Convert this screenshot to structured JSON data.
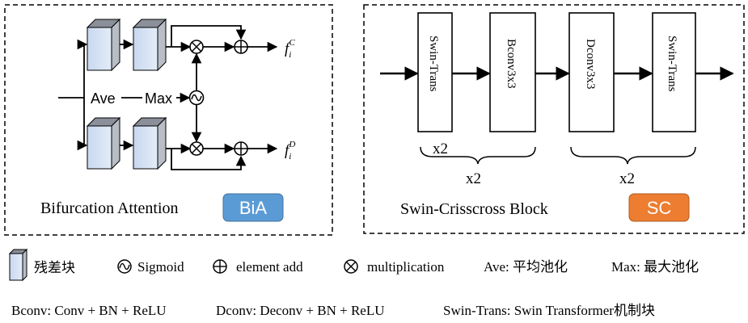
{
  "bia": {
    "left_input_labels": [
      "Ave",
      "Max"
    ],
    "output_top_base": "f",
    "output_top_sub": "i",
    "output_top_sup": "C",
    "output_bottom_base": "f",
    "output_bottom_sub": "i",
    "output_bottom_sup": "D",
    "title": "Bifurcation Attention",
    "badge": "BiA",
    "badge_color": "#5B9BD5"
  },
  "sc": {
    "blocks": [
      "Swin-Trans",
      "Bconv3x3",
      "Dconv3x3",
      "Swin-Trans"
    ],
    "repeat_inner": "x2",
    "repeat_left": "x2",
    "repeat_right": "x2",
    "title": "Swin-Crisscross Block",
    "badge": "SC",
    "badge_color": "#ED7D31"
  },
  "legend": {
    "row1": [
      {
        "icon": "residual-block-icon",
        "text": "残差块"
      },
      {
        "icon": "sigmoid-icon",
        "text": "Sigmoid"
      },
      {
        "icon": "element-add-icon",
        "text": "element add"
      },
      {
        "icon": "multiplication-icon",
        "text": "multiplication"
      },
      {
        "icon": "",
        "text": "Ave: 平均池化"
      },
      {
        "icon": "",
        "text": "Max: 最大池化"
      }
    ],
    "row2": [
      "Bconv: Conv + BN + ReLU",
      "Dconv: Deconv + BN + ReLU",
      "Swin-Trans: Swin Transformer机制块"
    ]
  }
}
